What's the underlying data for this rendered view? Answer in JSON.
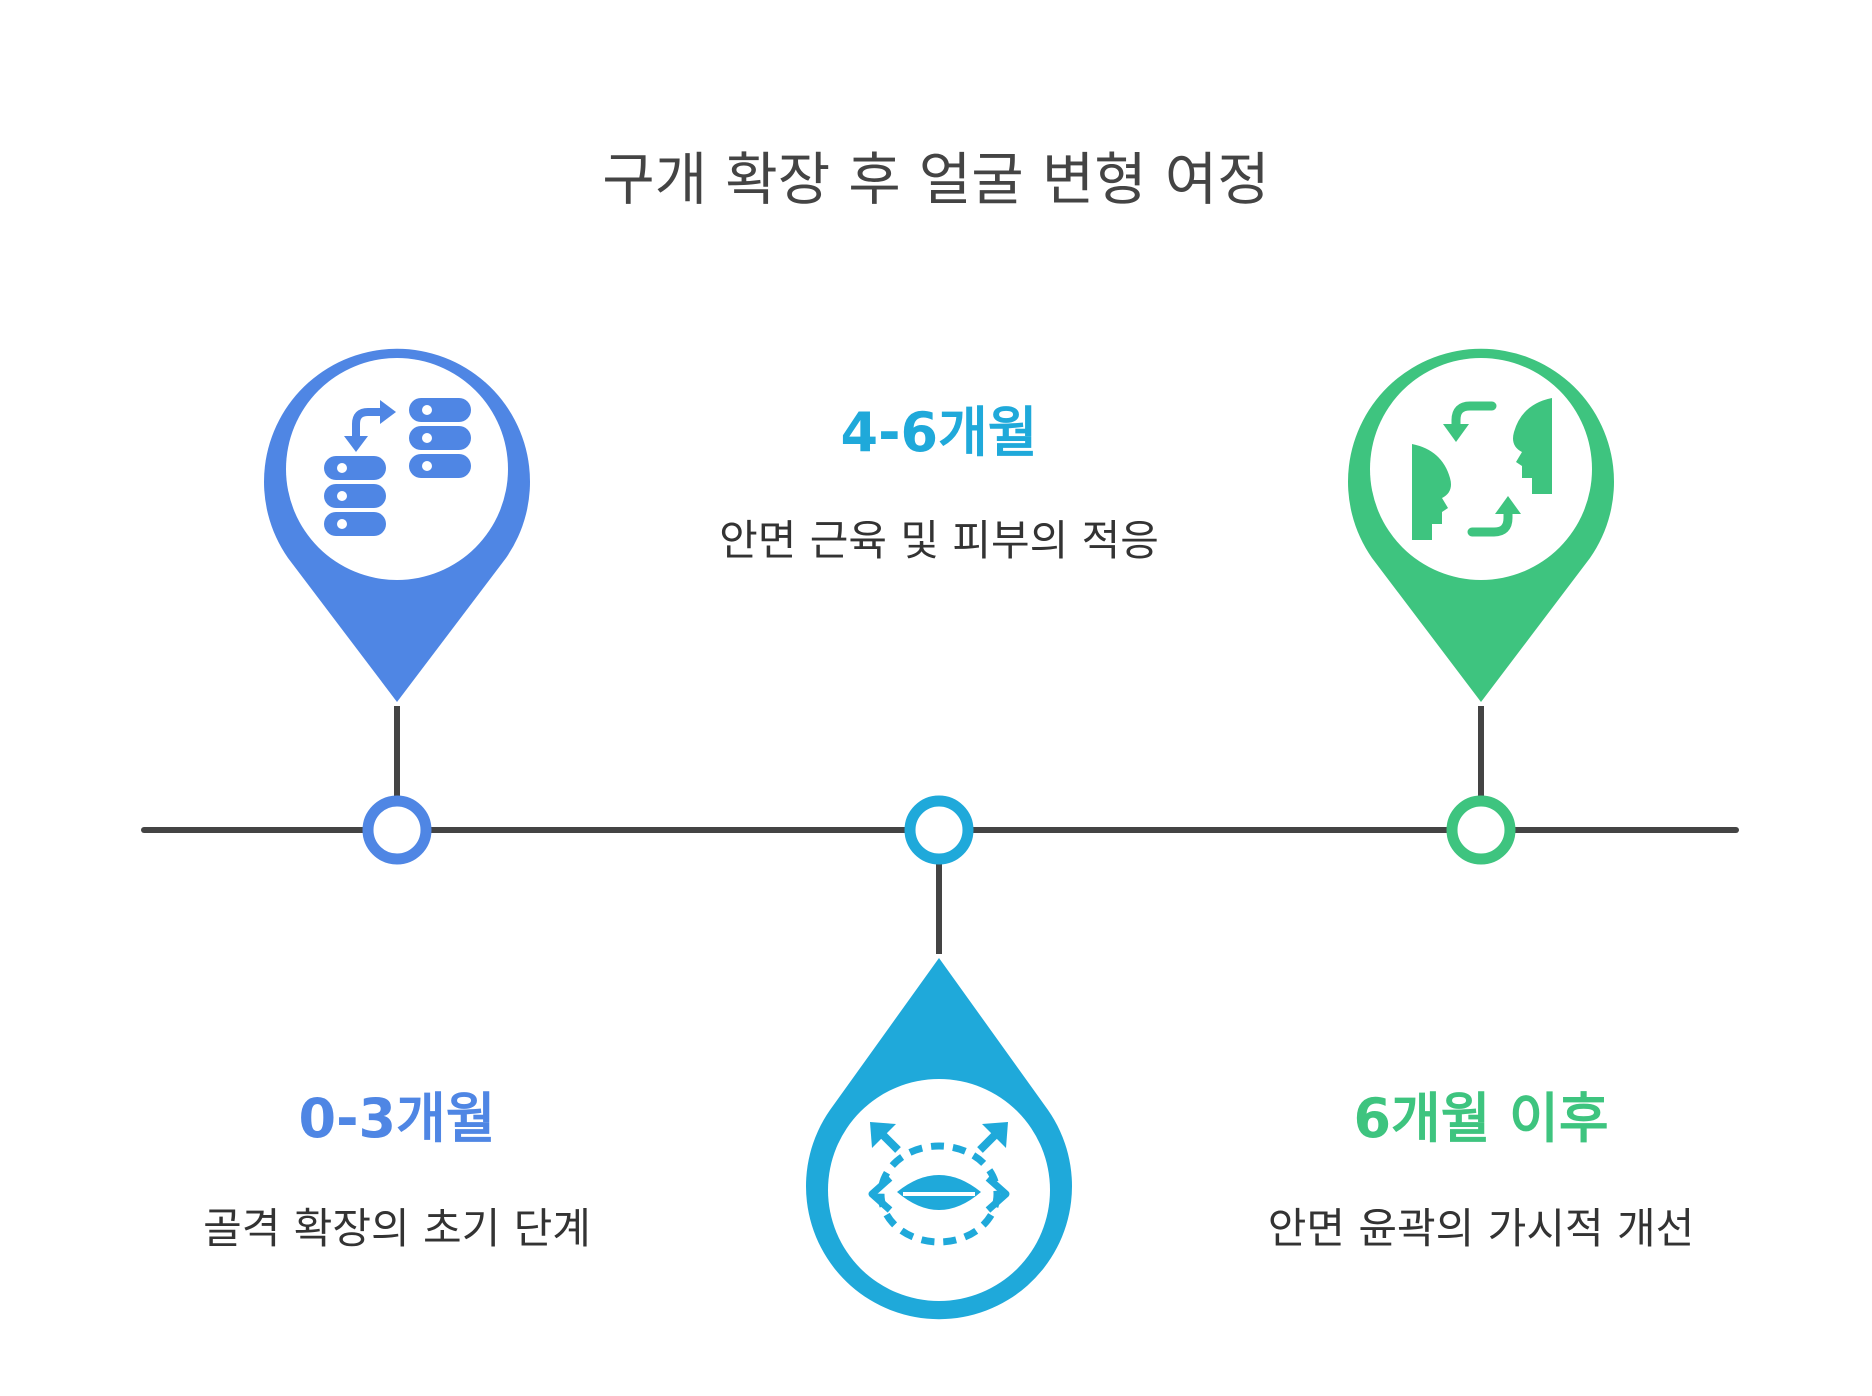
{
  "title": "구개 확장 후 얼굴 변형 여정",
  "colors": {
    "line": "#444444",
    "blue": "#4f86e4",
    "cyan": "#1fa9da",
    "green": "#3ec47f"
  },
  "stages": [
    {
      "label": "0-3개월",
      "description": "골격 확장의 초기 단계",
      "color": "#4f86e4",
      "icon": "stacked-layers-arrow-icon"
    },
    {
      "label": "4-6개월",
      "description": "안면 근육 및 피부의 적응",
      "color": "#1fa9da",
      "icon": "lips-expand-icon"
    },
    {
      "label": "6개월 이후",
      "description": "안면 윤곽의 가시적 개선",
      "color": "#3ec47f",
      "icon": "face-transform-icon"
    }
  ]
}
